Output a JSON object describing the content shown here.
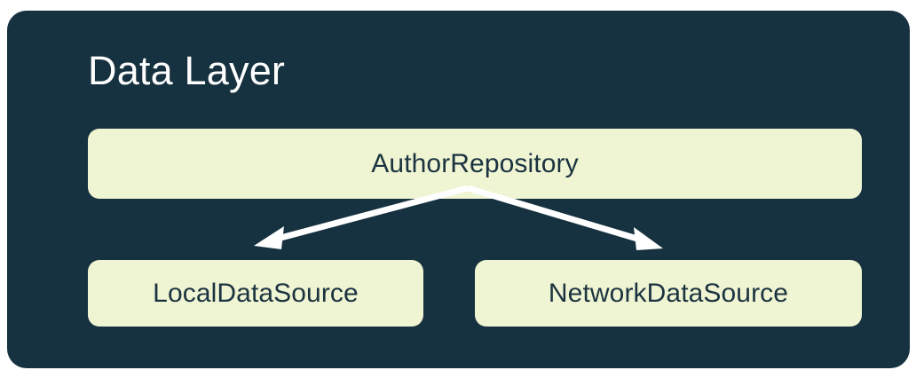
{
  "diagram": {
    "title": "Data Layer",
    "container_color": "#16313f",
    "node_fill_color": "#eff4d2",
    "node_text_color": "#1b3340",
    "title_color": "#ffffff",
    "arrow_color": "#ffffff",
    "nodes": [
      {
        "id": "repository",
        "label": "AuthorRepository",
        "role": "repository"
      },
      {
        "id": "local",
        "label": "LocalDataSource",
        "role": "data-source"
      },
      {
        "id": "network",
        "label": "NetworkDataSource",
        "role": "data-source"
      }
    ],
    "edges": [
      {
        "from": "repository",
        "to": "local",
        "style": "solid-arrow"
      },
      {
        "from": "repository",
        "to": "network",
        "style": "solid-arrow"
      }
    ]
  }
}
